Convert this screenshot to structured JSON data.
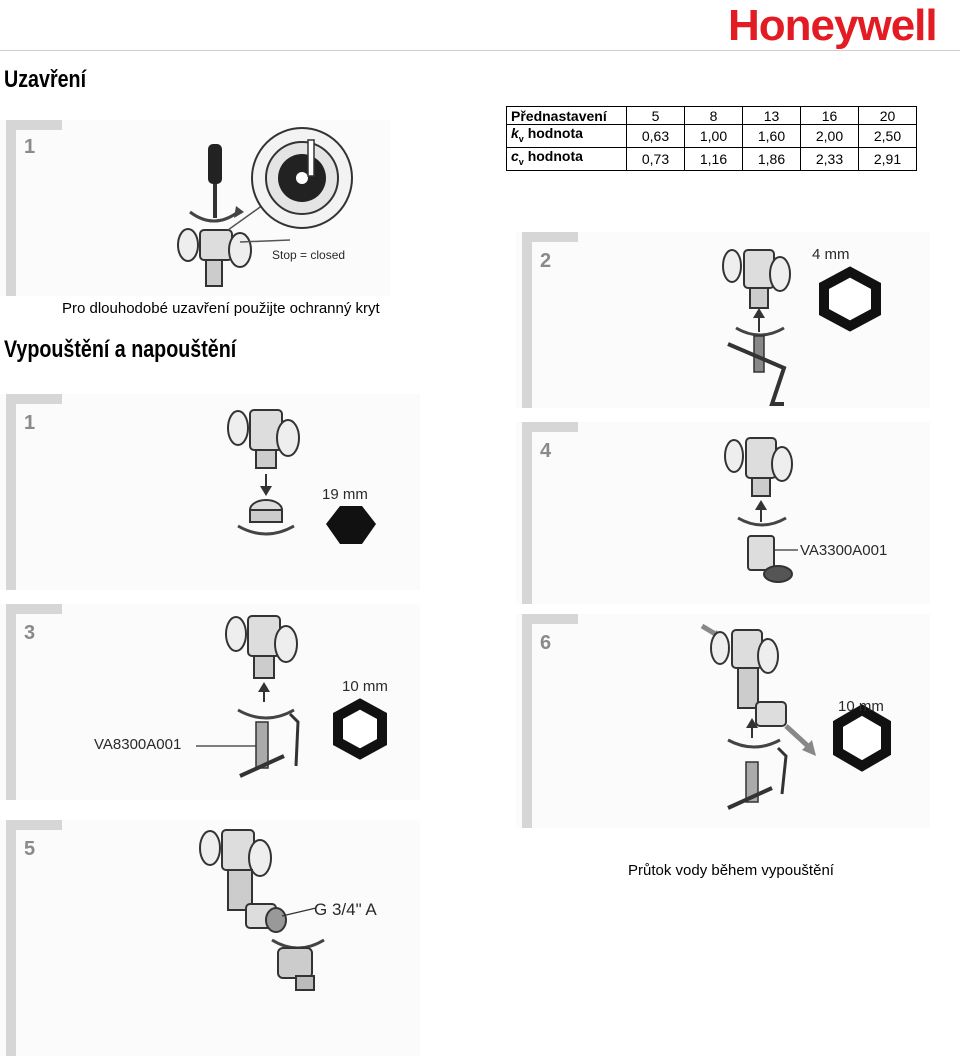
{
  "header": {
    "brand": "Honeywell"
  },
  "sections": {
    "closing_title": "Uzavření",
    "drain_title": "Vypouštění a napouštění"
  },
  "settings_table": {
    "header_label": "Přednastavení",
    "kv_label_k": "k",
    "kv_label_sub": "v",
    "kv_label_rest": " hodnota",
    "cv_label_c": "c",
    "cv_label_sub": "v",
    "cv_label_rest": " hodnota",
    "presets": [
      "5",
      "8",
      "13",
      "16",
      "20"
    ],
    "kv_values": [
      "0,63",
      "1,00",
      "1,60",
      "2,00",
      "2,50"
    ],
    "cv_values": [
      "0,73",
      "1,16",
      "1,86",
      "2,33",
      "2,91"
    ]
  },
  "closing": {
    "step_number": "1",
    "stop_label": "Stop = closed",
    "caption": "Pro dlouhodobé uzavření použijte ochranný kryt"
  },
  "steps": {
    "s2": {
      "number": "2",
      "wrench_size": "4 mm"
    },
    "s1": {
      "number": "1",
      "wrench_size": "19 mm"
    },
    "s4": {
      "number": "4",
      "part_code": "VA3300A001"
    },
    "s3": {
      "number": "3",
      "wrench_size": "10 mm",
      "part_code": "VA8300A001"
    },
    "s6": {
      "number": "6",
      "wrench_size": "10 mm"
    },
    "s5": {
      "number": "5",
      "thread_size": "G 3/4\" A"
    }
  },
  "flow_caption": "Průtok vody během vypouštění",
  "colors": {
    "brand_red": "#e31b23",
    "frame_gray": "#d6d6d6",
    "step_gray": "#8a8a8a"
  }
}
